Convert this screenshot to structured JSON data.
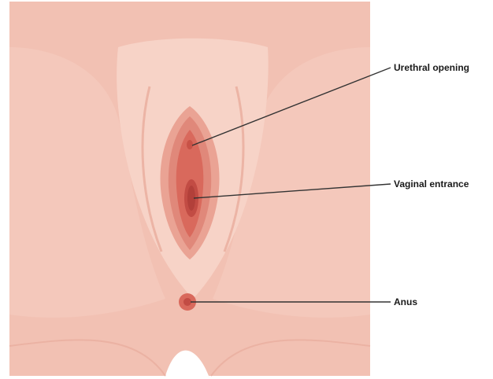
{
  "diagram": {
    "labels": {
      "urethral_opening": "Urethral opening",
      "vaginal_entrance": "Vaginal entrance",
      "anus": "Anus"
    },
    "colors": {
      "skin_outer": "#f2c1b3",
      "skin_mid": "#f6cfc2",
      "skin_light": "#fadcd1",
      "labia_outer": "#eaa394",
      "labia_inner": "#e0887a",
      "vestibule": "#d9695c",
      "opening": "#c24c44",
      "leader_line": "#333333"
    }
  }
}
